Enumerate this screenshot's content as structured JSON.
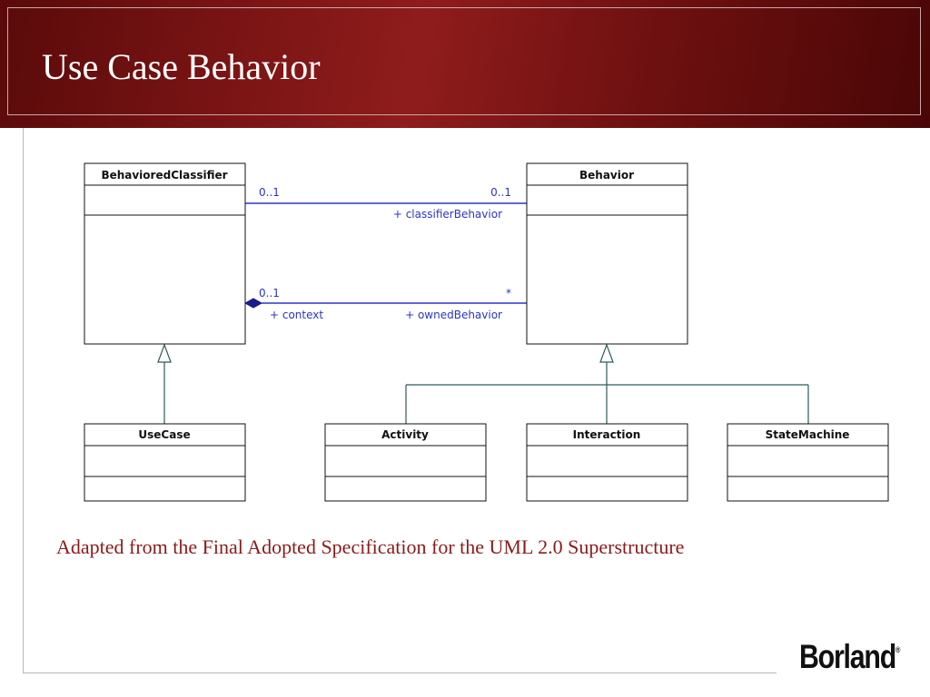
{
  "slide": {
    "title": "Use Case Behavior",
    "caption": "Adapted from the Final Adopted Specification for the UML 2.0 Superstructure",
    "logo_text": "Borland",
    "logo_mark": "®"
  },
  "classes": {
    "behaviored_classifier": "BehavioredClassifier",
    "behavior": "Behavior",
    "use_case": "UseCase",
    "activity": "Activity",
    "interaction": "Interaction",
    "state_machine": "StateMachine"
  },
  "associations": {
    "classifier_behavior": {
      "source_multiplicity": "0..1",
      "target_multiplicity": "0..1",
      "role": "+ classifierBehavior"
    },
    "owned_behavior": {
      "source_multiplicity": "0..1",
      "source_role": "+ context",
      "target_multiplicity": "*",
      "target_role": "+ ownedBehavior",
      "aggregation": "composite"
    }
  },
  "generalizations": [
    {
      "child": "UseCase",
      "parent": "BehavioredClassifier"
    },
    {
      "child": "Activity",
      "parent": "Behavior"
    },
    {
      "child": "Interaction",
      "parent": "Behavior"
    },
    {
      "child": "StateMachine",
      "parent": "Behavior"
    }
  ],
  "colors": {
    "association_line": "#2b35c8",
    "association_text": "#2b35c8",
    "generalization_line": "#2f5a5a",
    "caption": "#8b1a1a",
    "header_bg": "#7a1414"
  }
}
